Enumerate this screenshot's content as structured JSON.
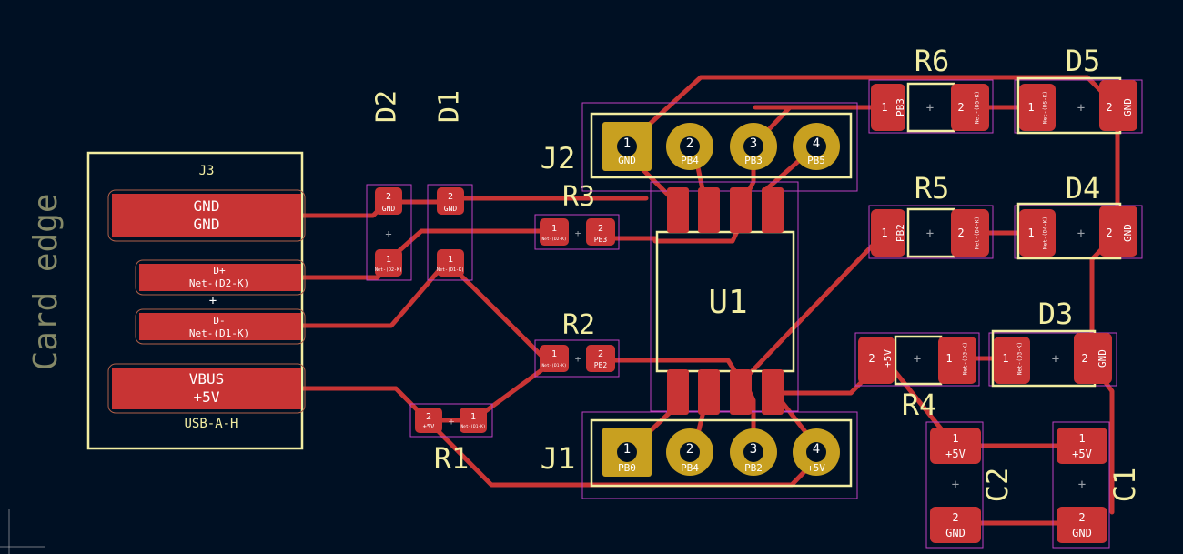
{
  "board": {
    "edge_label": "Card edge",
    "colors": {
      "background": "#001023",
      "copper": "#c83434",
      "silkscreen": "#f2eda1",
      "courtyard": "#c040c0",
      "pad_gold": "#c8a020"
    }
  },
  "connector": {
    "ref": "J3",
    "value": "USB-A-H",
    "pads": [
      {
        "line1": "GND",
        "line2": "GND"
      },
      {
        "line1": "D+",
        "line2": "Net-(D2-K)"
      },
      {
        "line1": "D-",
        "line2": "Net-(D1-K)"
      },
      {
        "line1": "VBUS",
        "line2": "+5V"
      }
    ]
  },
  "diodes": {
    "D1": {
      "ref": "D1",
      "pad1_num": "1",
      "pad1_net": "Net-(D1-K)",
      "pad2_num": "2",
      "pad2_net": "GND"
    },
    "D2": {
      "ref": "D2",
      "pad1_num": "1",
      "pad1_net": "Net-(D2-K)",
      "pad2_num": "2",
      "pad2_net": "GND"
    },
    "D3": {
      "ref": "D3",
      "pad1_num": "1",
      "pad1_net": "Net-(D3-K)",
      "pad2_num": "2",
      "pad2_net": "GND"
    },
    "D4": {
      "ref": "D4",
      "pad1_num": "1",
      "pad1_net": "Net-(D4-K)",
      "pad2_num": "2",
      "pad2_net": "GND"
    },
    "D5": {
      "ref": "D5",
      "pad1_num": "1",
      "pad1_net": "Net-(D5-K)",
      "pad2_num": "2",
      "pad2_net": "GND"
    }
  },
  "resistors": {
    "R1": {
      "ref": "R1",
      "pad1_num": "1",
      "pad1_net": "Net-(D1-K)",
      "pad2_num": "2",
      "pad2_net": "+5V"
    },
    "R2": {
      "ref": "R2",
      "pad1_num": "1",
      "pad1_net": "Net-(D1-K)",
      "pad2_num": "2",
      "pad2_net": "PB2"
    },
    "R3": {
      "ref": "R3",
      "pad1_num": "1",
      "pad1_net": "Net-(D2-K)",
      "pad2_num": "2",
      "pad2_net": "PB3"
    },
    "R4": {
      "ref": "R4",
      "pad1_num": "1",
      "pad1_net": "Net-(D3-K)",
      "pad2_num": "2",
      "pad2_net": "+5V"
    },
    "R5": {
      "ref": "R5",
      "pad1_num": "1",
      "pad1_net": "PB2",
      "pad2_num": "2",
      "pad2_net": "Net-(D4-K)"
    },
    "R6": {
      "ref": "R6",
      "pad1_num": "1",
      "pad1_net": "PB3",
      "pad2_num": "2",
      "pad2_net": "Net-(D5-K)"
    }
  },
  "headers": {
    "J1": {
      "ref": "J1",
      "pins": [
        {
          "num": "1",
          "net": "PB0"
        },
        {
          "num": "2",
          "net": "PB4"
        },
        {
          "num": "3",
          "net": "PB2"
        },
        {
          "num": "4",
          "net": "+5V"
        }
      ]
    },
    "J2": {
      "ref": "J2",
      "pins": [
        {
          "num": "1",
          "net": "GND"
        },
        {
          "num": "2",
          "net": "PB4"
        },
        {
          "num": "3",
          "net": "PB3"
        },
        {
          "num": "4",
          "net": "PB5"
        }
      ]
    }
  },
  "ic": {
    "ref": "U1"
  },
  "capacitors": {
    "C1": {
      "ref": "C1",
      "pad1_num": "1",
      "pad1_net": "+5V",
      "pad2_num": "2",
      "pad2_net": "GND"
    },
    "C2": {
      "ref": "C2",
      "pad1_num": "1",
      "pad1_net": "+5V",
      "pad2_num": "2",
      "pad2_net": "GND"
    }
  },
  "marker": "+"
}
